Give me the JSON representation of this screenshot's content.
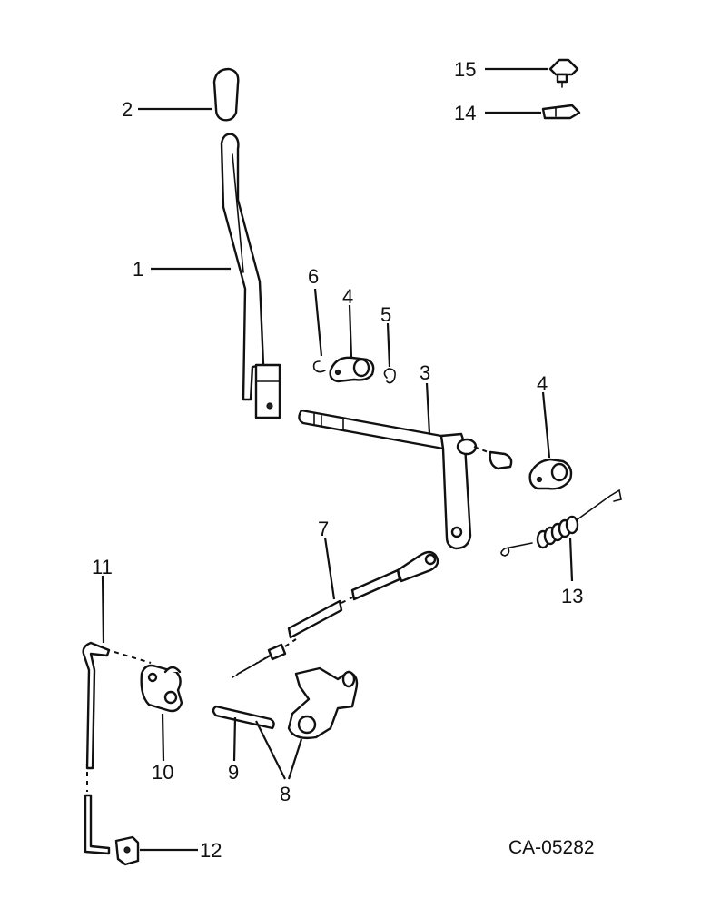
{
  "drawing": {
    "code": "CA-05282",
    "callouts": {
      "c1": "1",
      "c2": "2",
      "c3": "3",
      "c4a": "4",
      "c4b": "4",
      "c5": "5",
      "c6": "6",
      "c7": "7",
      "c8": "8",
      "c9": "9",
      "c10": "10",
      "c11": "11",
      "c12": "12",
      "c13": "13",
      "c14": "14",
      "c15": "15"
    }
  }
}
